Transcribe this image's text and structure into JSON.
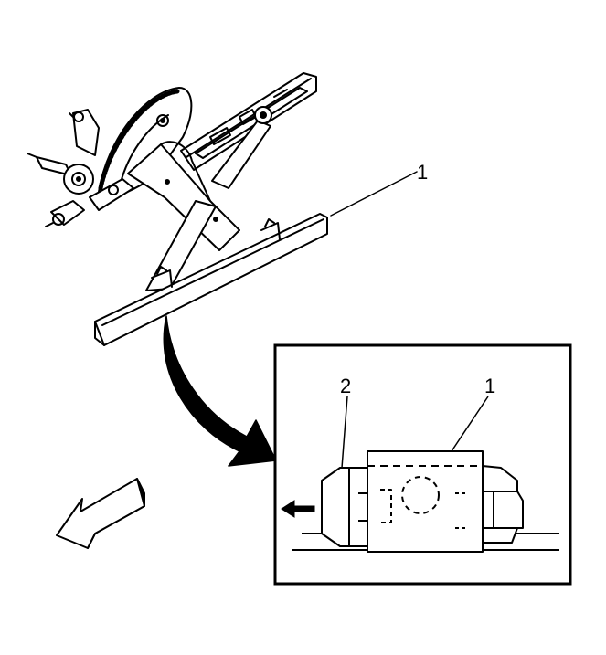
{
  "figure": {
    "callouts": {
      "main_label_1": "1",
      "detail_label_1": "1",
      "detail_label_2": "2"
    },
    "colors": {
      "line": "#000000",
      "background": "#ffffff",
      "fill_dark": "#000000"
    },
    "icons": {
      "transition_arrow": "curved-arrow-icon",
      "direction_arrow": "hollow-3d-arrow-icon",
      "slide_arrow": "small-left-arrow-icon"
    }
  }
}
